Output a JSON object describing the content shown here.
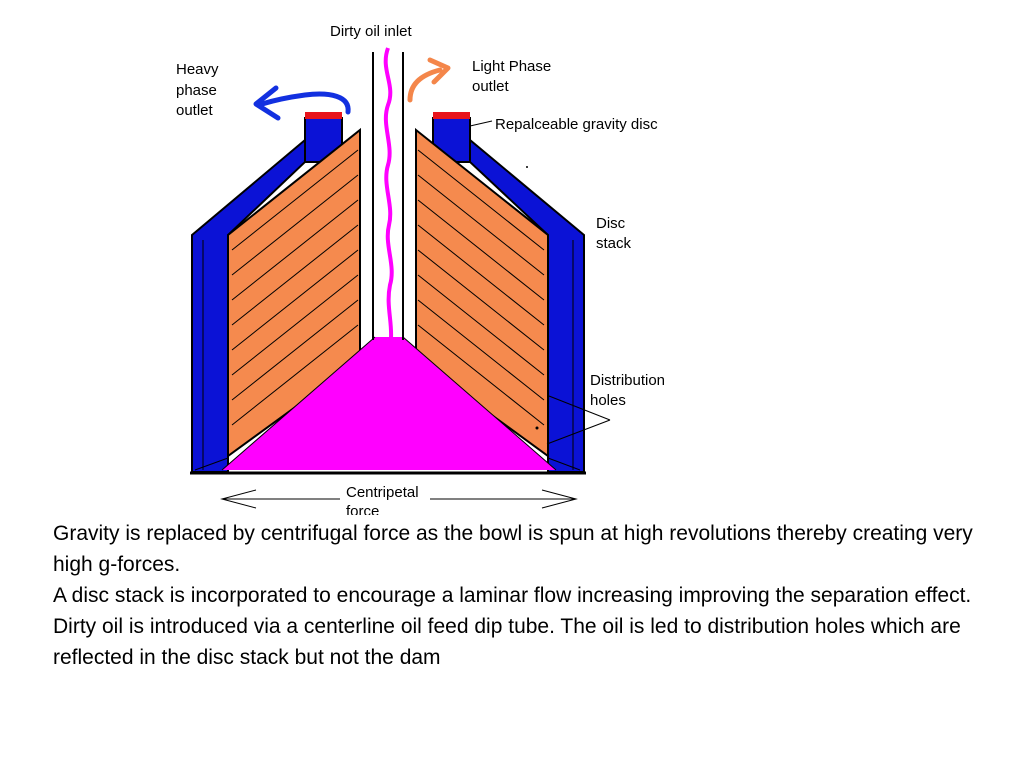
{
  "labels": {
    "dirty_oil_inlet": "Dirty oil inlet",
    "heavy_phase_outlet": [
      "Heavy",
      "phase",
      "outlet"
    ],
    "light_phase_outlet": [
      "Light Phase",
      "outlet"
    ],
    "gravity_disc": "Repalceable gravity disc",
    "disc_stack": [
      "Disc",
      "stack"
    ],
    "distribution_holes": [
      "Distribution",
      "holes"
    ],
    "centripetal_force": [
      "Centripetal",
      "force"
    ]
  },
  "caption": {
    "paragraph_1": "Gravity is replaced by centrifugal force as the bowl is spun at high revolutions thereby creating very high g-forces.",
    "paragraph_2": "A disc stack is incorporated to encourage a laminar flow increasing improving the separation effect. Dirty oil is introduced via a centerline oil feed dip tube. The oil is led to distribution holes which are reflected in the disc stack but not the dam"
  },
  "colors": {
    "bowl": "#0b12d6",
    "disc_stack": "#f58a4e",
    "dirty_oil": "#ff00ff",
    "gravity_disc": "#e8141c",
    "heavy_arrow": "#1230e0",
    "light_arrow": "#f4864a"
  }
}
